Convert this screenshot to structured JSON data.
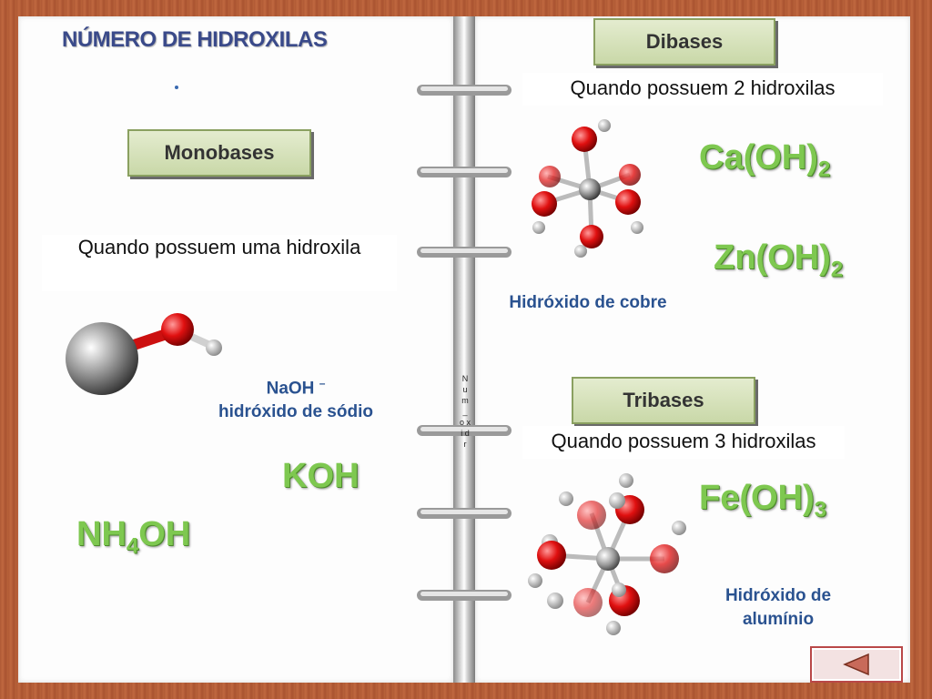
{
  "left_page": {
    "title": "NÚMERO DE HIDROXILAS",
    "monobases_button": "Monobases",
    "monobases_desc": "Quando possuem uma hidroxila",
    "naoh_label": "NaOH",
    "naoh_superscript": "–",
    "naoh_name": "hidróxido de sódio",
    "koh": "KOH",
    "nh4oh": {
      "a": "NH",
      "sub": "4",
      "b": "OH"
    }
  },
  "right_page": {
    "dibases_button": "Dibases",
    "dibases_desc": "Quando possuem 2 hidroxilas",
    "caoh2": {
      "a": "Ca(OH)",
      "sub": "2"
    },
    "znoh2": {
      "a": "Zn(OH)",
      "sub": "2"
    },
    "dibase_caption": "Hidróxido de cobre",
    "tribases_button": "Tribases",
    "tribases_desc": "Quando possuem 3 hidroxilas",
    "feoh3": {
      "a": "Fe(OH)",
      "sub": "3"
    },
    "tribase_caption": "Hidróxido de alumínio"
  },
  "spine_text": "N u m _ o x i d r",
  "colors": {
    "formula_green": "#7ec850",
    "caption_blue": "#2a5290",
    "title_blue": "#3a4a8a",
    "frame_brown": "#b05a35"
  }
}
